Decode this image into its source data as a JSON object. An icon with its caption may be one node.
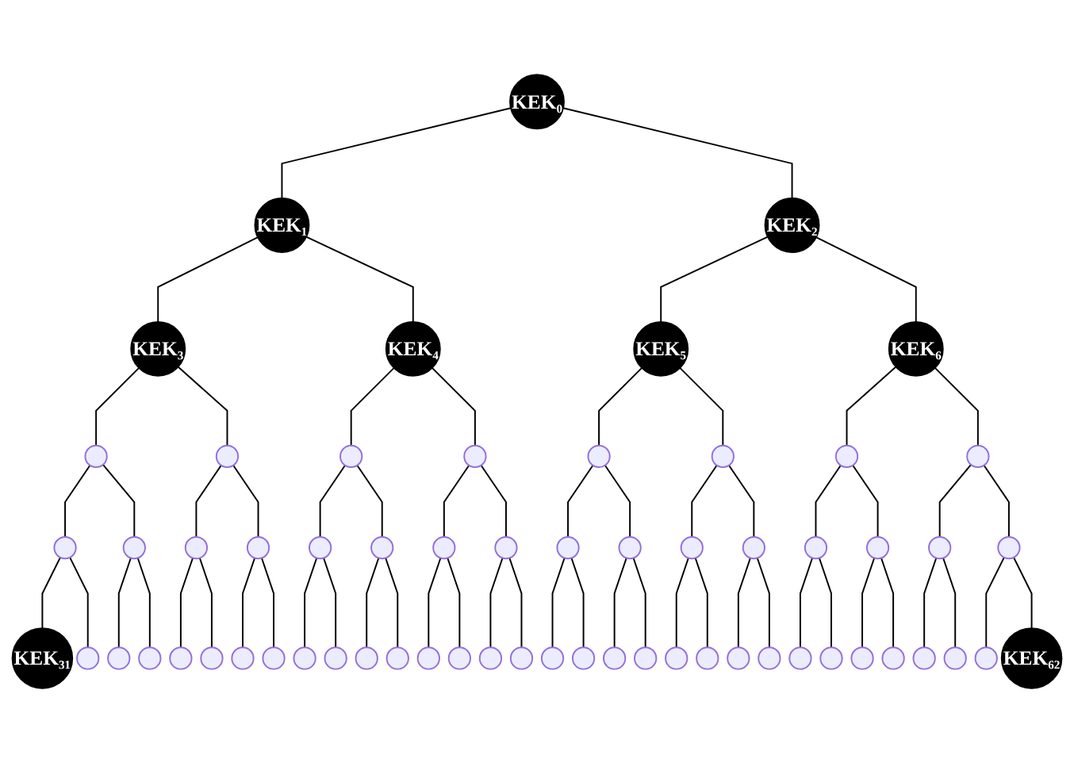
{
  "diagram": {
    "nodes": [
      {
        "text": [
          "KEK₀"
        ]
      },
      {
        "text": [
          "KEK₁"
        ]
      },
      {
        "text": [
          "KEK₂"
        ]
      },
      {
        "text": [
          "KEK₃"
        ]
      },
      {
        "text": [
          "KEK₄"
        ]
      },
      {
        "text": [
          "KEK₅"
        ]
      },
      {
        "text": [
          "KEK₆"
        ]
      },
      {
        "text": [],
        "shape": "circle"
      },
      {
        "text": [],
        "shape": "circle"
      },
      {
        "text": [],
        "shape": "circle"
      },
      {
        "text": [],
        "shape": "circle"
      },
      {
        "text": [],
        "shape": "circle"
      },
      {
        "text": [],
        "shape": "circle"
      },
      {
        "text": [],
        "shape": "circle"
      },
      {
        "text": [],
        "shape": "circle"
      },
      {
        "text": [],
        "shape": "circle"
      },
      {
        "text": [],
        "shape": "circle"
      },
      {
        "text": [],
        "shape": "circle"
      },
      {
        "text": [],
        "shape": "circle"
      },
      {
        "text": [],
        "shape": "circle"
      },
      {
        "text": [],
        "shape": "circle"
      },
      {
        "text": [],
        "shape": "circle"
      },
      {
        "text": [],
        "shape": "circle"
      },
      {
        "text": [],
        "shape": "circle"
      },
      {
        "text": [],
        "shape": "circle"
      },
      {
        "text": [],
        "shape": "circle"
      },
      {
        "text": [],
        "shape": "circle"
      },
      {
        "text": [],
        "shape": "circle"
      },
      {
        "text": [],
        "shape": "circle"
      },
      {
        "text": [],
        "shape": "circle"
      },
      {
        "text": [],
        "shape": "circle"
      },
      {
        "text": [
          "KEK₃₁"
        ]
      },
      {
        "text": [],
        "shape": "circle"
      },
      {
        "text": [],
        "shape": "circle"
      },
      {
        "text": [],
        "shape": "circle"
      },
      {
        "text": [],
        "shape": "circle"
      },
      {
        "text": [],
        "shape": "circle"
      },
      {
        "text": [],
        "shape": "circle"
      },
      {
        "text": [],
        "shape": "circle"
      },
      {
        "text": [],
        "shape": "circle"
      },
      {
        "text": [],
        "shape": "circle"
      },
      {
        "text": [],
        "shape": "circle"
      },
      {
        "text": [],
        "shape": "circle"
      },
      {
        "text": [],
        "shape": "circle"
      },
      {
        "text": [],
        "shape": "circle"
      },
      {
        "text": [],
        "shape": "circle"
      },
      {
        "text": [],
        "shape": "circle"
      },
      {
        "text": [],
        "shape": "circle"
      },
      {
        "text": [],
        "shape": "circle"
      },
      {
        "text": [],
        "shape": "circle"
      },
      {
        "text": [],
        "shape": "circle"
      },
      {
        "text": [],
        "shape": "circle"
      },
      {
        "text": [],
        "shape": "circle"
      },
      {
        "text": [],
        "shape": "circle"
      },
      {
        "text": [],
        "shape": "circle"
      },
      {
        "text": [],
        "shape": "circle"
      },
      {
        "text": [],
        "shape": "circle"
      },
      {
        "text": [],
        "shape": "circle"
      },
      {
        "text": [],
        "shape": "circle"
      },
      {
        "text": [],
        "shape": "circle"
      },
      {
        "text": [],
        "shape": "circle"
      },
      {
        "text": [],
        "shape": "circle"
      },
      {
        "text": [
          "KEK₆₂"
        ]
      }
    ],
    "edges": [
      {
        "from": 0,
        "to": 1,
        "arrow": "none"
      },
      {
        "from": 0,
        "to": 2,
        "arrow": "none"
      },
      {
        "from": 1,
        "to": 3,
        "arrow": "none"
      },
      {
        "from": 1,
        "to": 4,
        "arrow": "none"
      },
      {
        "from": 2,
        "to": 5,
        "arrow": "none"
      },
      {
        "from": 2,
        "to": 6,
        "arrow": "none"
      },
      {
        "from": 3,
        "to": 7,
        "arrow": "none"
      },
      {
        "from": 3,
        "to": 8,
        "arrow": "none"
      },
      {
        "from": 4,
        "to": 9,
        "arrow": "none"
      },
      {
        "from": 4,
        "to": 10,
        "arrow": "none"
      },
      {
        "from": 5,
        "to": 11,
        "arrow": "none"
      },
      {
        "from": 5,
        "to": 12,
        "arrow": "none"
      },
      {
        "from": 6,
        "to": 13,
        "arrow": "none"
      },
      {
        "from": 6,
        "to": 14,
        "arrow": "none"
      },
      {
        "from": 7,
        "to": 15,
        "arrow": "none"
      },
      {
        "from": 7,
        "to": 16,
        "arrow": "none"
      },
      {
        "from": 8,
        "to": 17,
        "arrow": "none"
      },
      {
        "from": 8,
        "to": 18,
        "arrow": "none"
      },
      {
        "from": 9,
        "to": 19,
        "arrow": "none"
      },
      {
        "from": 9,
        "to": 20,
        "arrow": "none"
      },
      {
        "from": 10,
        "to": 21,
        "arrow": "none"
      },
      {
        "from": 10,
        "to": 22,
        "arrow": "none"
      },
      {
        "from": 11,
        "to": 23,
        "arrow": "none"
      },
      {
        "from": 11,
        "to": 24,
        "arrow": "none"
      },
      {
        "from": 12,
        "to": 25,
        "arrow": "none"
      },
      {
        "from": 12,
        "to": 26,
        "arrow": "none"
      },
      {
        "from": 13,
        "to": 27,
        "arrow": "none"
      },
      {
        "from": 13,
        "to": 28,
        "arrow": "none"
      },
      {
        "from": 14,
        "to": 29,
        "arrow": "none"
      },
      {
        "from": 14,
        "to": 30,
        "arrow": "none"
      },
      {
        "from": 15,
        "to": 31,
        "arrow": "none"
      },
      {
        "from": 15,
        "to": 32,
        "arrow": "none"
      },
      {
        "from": 16,
        "to": 33,
        "arrow": "none"
      },
      {
        "from": 16,
        "to": 34,
        "arrow": "none"
      },
      {
        "from": 17,
        "to": 35,
        "arrow": "none"
      },
      {
        "from": 17,
        "to": 36,
        "arrow": "none"
      },
      {
        "from": 18,
        "to": 37,
        "arrow": "none"
      },
      {
        "from": 18,
        "to": 38,
        "arrow": "none"
      },
      {
        "from": 19,
        "to": 39,
        "arrow": "none"
      },
      {
        "from": 19,
        "to": 40,
        "arrow": "none"
      },
      {
        "from": 20,
        "to": 41,
        "arrow": "none"
      },
      {
        "from": 20,
        "to": 42,
        "arrow": "none"
      },
      {
        "from": 21,
        "to": 43,
        "arrow": "none"
      },
      {
        "from": 21,
        "to": 44,
        "arrow": "none"
      },
      {
        "from": 22,
        "to": 45,
        "arrow": "none"
      },
      {
        "from": 22,
        "to": 46,
        "arrow": "none"
      },
      {
        "from": 23,
        "to": 47,
        "arrow": "none"
      },
      {
        "from": 23,
        "to": 48,
        "arrow": "none"
      },
      {
        "from": 24,
        "to": 49,
        "arrow": "none"
      },
      {
        "from": 24,
        "to": 50,
        "arrow": "none"
      },
      {
        "from": 25,
        "to": 51,
        "arrow": "none"
      },
      {
        "from": 25,
        "to": 52,
        "arrow": "none"
      },
      {
        "from": 26,
        "to": 53,
        "arrow": "none"
      },
      {
        "from": 26,
        "to": 54,
        "arrow": "none"
      },
      {
        "from": 27,
        "to": 55,
        "arrow": "none"
      },
      {
        "from": 27,
        "to": 56,
        "arrow": "none"
      },
      {
        "from": 28,
        "to": 57,
        "arrow": "none"
      },
      {
        "from": 28,
        "to": 58,
        "arrow": "none"
      },
      {
        "from": 29,
        "to": 59,
        "arrow": "none"
      },
      {
        "from": 29,
        "to": 60,
        "arrow": "none"
      },
      {
        "from": 30,
        "to": 61,
        "arrow": "none"
      },
      {
        "from": 30,
        "to": 62,
        "arrow": "none"
      }
    ]
  }
}
